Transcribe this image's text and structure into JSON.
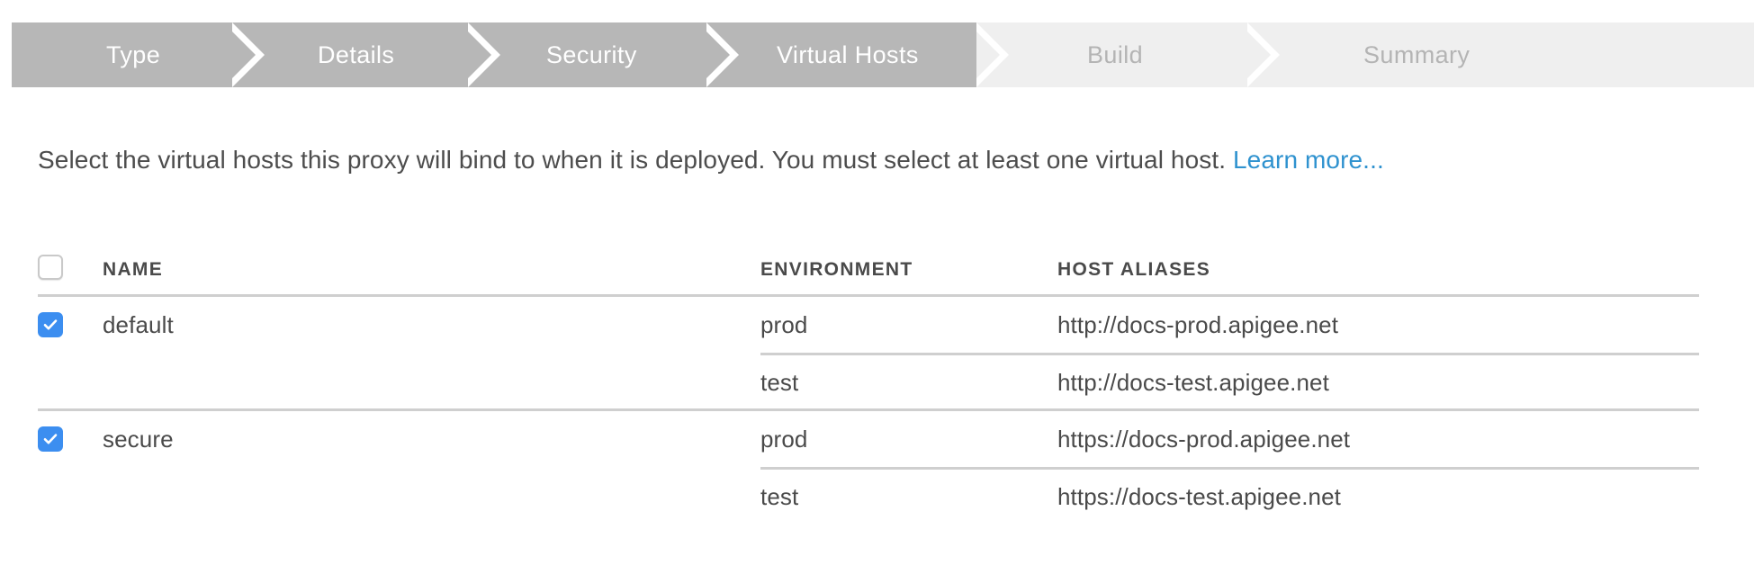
{
  "wizard": {
    "steps": [
      {
        "label": "Type",
        "state": "active"
      },
      {
        "label": "Details",
        "state": "active"
      },
      {
        "label": "Security",
        "state": "active"
      },
      {
        "label": "Virtual Hosts",
        "state": "active"
      },
      {
        "label": "Build",
        "state": "inactive"
      },
      {
        "label": "Summary",
        "state": "inactive"
      }
    ],
    "active_color": "#b7b7b7",
    "inactive_color": "#efefef",
    "active_text_color": "#ffffff",
    "inactive_text_color": "#b4b4b4"
  },
  "description": {
    "text": "Select the virtual hosts this proxy will bind to when it is deployed. You must select at least one virtual host. ",
    "link_label": "Learn more...",
    "link_color": "#2f92cf"
  },
  "table": {
    "select_all_checked": false,
    "headers": {
      "name": "NAME",
      "environment": "ENVIRONMENT",
      "host_aliases": "HOST ALIASES"
    },
    "accent_color": "#3c8ef0",
    "divider_color": "#cfcfcf",
    "rows": [
      {
        "name": "default",
        "checked": true,
        "entries": [
          {
            "environment": "prod",
            "host_alias": "http://docs-prod.apigee.net"
          },
          {
            "environment": "test",
            "host_alias": "http://docs-test.apigee.net"
          }
        ]
      },
      {
        "name": "secure",
        "checked": true,
        "entries": [
          {
            "environment": "prod",
            "host_alias": "https://docs-prod.apigee.net"
          },
          {
            "environment": "test",
            "host_alias": "https://docs-test.apigee.net"
          }
        ]
      }
    ]
  }
}
